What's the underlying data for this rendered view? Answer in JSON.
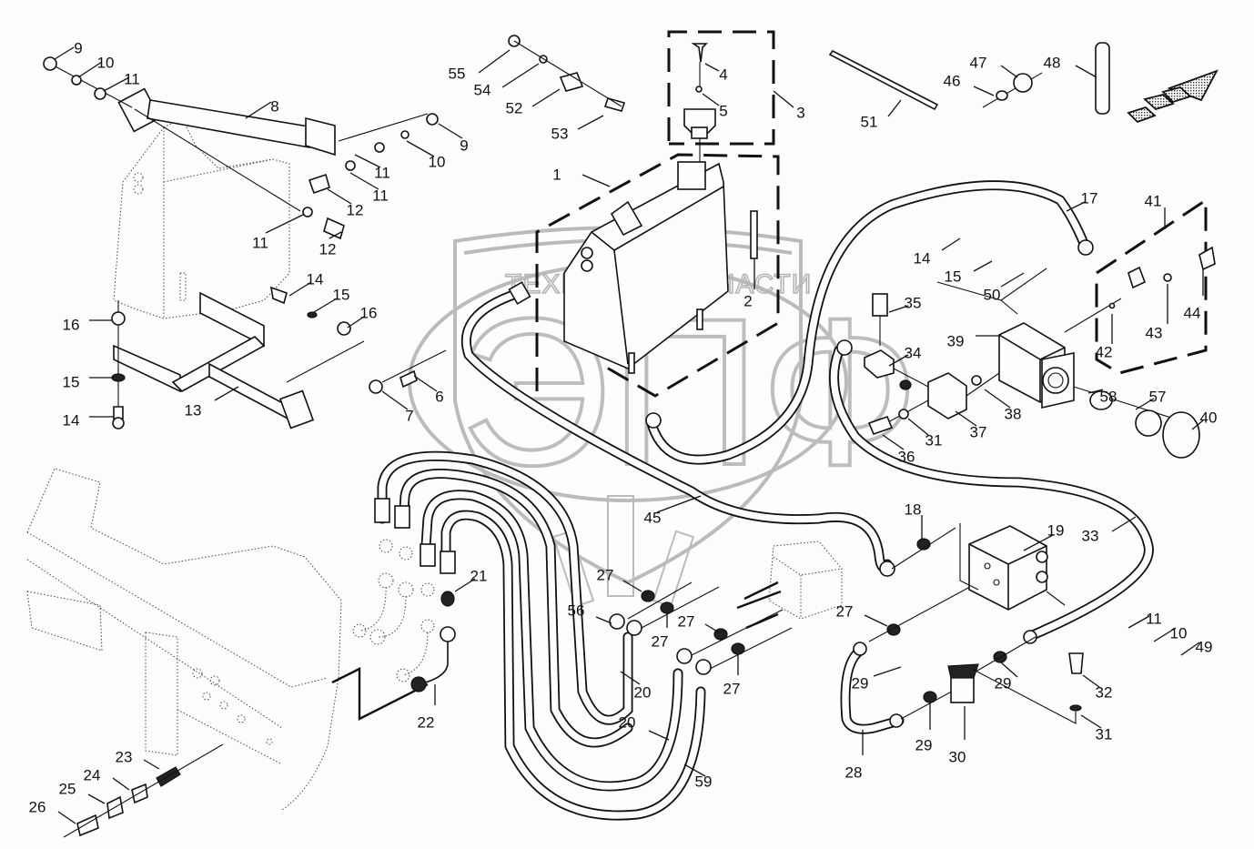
{
  "figure": {
    "title": "Hydraulic system exploded parts diagram",
    "watermark": {
      "top_left": "ТЕХНИКА",
      "top_right": "ЗАПЧАСТИ",
      "monogram": "ЭПФ"
    },
    "direction_arrow": "travel-direction-arrow"
  },
  "callouts": [
    {
      "id": "c1",
      "label": "1"
    },
    {
      "id": "c2",
      "label": "2"
    },
    {
      "id": "c3",
      "label": "3"
    },
    {
      "id": "c4",
      "label": "4"
    },
    {
      "id": "c5",
      "label": "5"
    },
    {
      "id": "c6",
      "label": "6"
    },
    {
      "id": "c7",
      "label": "7"
    },
    {
      "id": "c8",
      "label": "8"
    },
    {
      "id": "c9a",
      "label": "9"
    },
    {
      "id": "c9b",
      "label": "9"
    },
    {
      "id": "c10a",
      "label": "10"
    },
    {
      "id": "c10b",
      "label": "10"
    },
    {
      "id": "c10c",
      "label": "10"
    },
    {
      "id": "c11a",
      "label": "11"
    },
    {
      "id": "c11b",
      "label": "11"
    },
    {
      "id": "c11c",
      "label": "11"
    },
    {
      "id": "c11d",
      "label": "11"
    },
    {
      "id": "c11e",
      "label": "11"
    },
    {
      "id": "c12a",
      "label": "12"
    },
    {
      "id": "c12b",
      "label": "12"
    },
    {
      "id": "c13",
      "label": "13"
    },
    {
      "id": "c14a",
      "label": "14"
    },
    {
      "id": "c14b",
      "label": "14"
    },
    {
      "id": "c14c",
      "label": "14"
    },
    {
      "id": "c15a",
      "label": "15"
    },
    {
      "id": "c15b",
      "label": "15"
    },
    {
      "id": "c15c",
      "label": "15"
    },
    {
      "id": "c16a",
      "label": "16"
    },
    {
      "id": "c16b",
      "label": "16"
    },
    {
      "id": "c17",
      "label": "17"
    },
    {
      "id": "c18",
      "label": "18"
    },
    {
      "id": "c19",
      "label": "19"
    },
    {
      "id": "c20a",
      "label": "20"
    },
    {
      "id": "c20b",
      "label": "20"
    },
    {
      "id": "c21",
      "label": "21"
    },
    {
      "id": "c22",
      "label": "22"
    },
    {
      "id": "c23",
      "label": "23"
    },
    {
      "id": "c24",
      "label": "24"
    },
    {
      "id": "c25",
      "label": "25"
    },
    {
      "id": "c26",
      "label": "26"
    },
    {
      "id": "c27a",
      "label": "27"
    },
    {
      "id": "c27b",
      "label": "27"
    },
    {
      "id": "c27c",
      "label": "27"
    },
    {
      "id": "c27d",
      "label": "27"
    },
    {
      "id": "c27e",
      "label": "27"
    },
    {
      "id": "c28",
      "label": "28"
    },
    {
      "id": "c29a",
      "label": "29"
    },
    {
      "id": "c29b",
      "label": "29"
    },
    {
      "id": "c29c",
      "label": "29"
    },
    {
      "id": "c30",
      "label": "30"
    },
    {
      "id": "c31a",
      "label": "31"
    },
    {
      "id": "c31b",
      "label": "31"
    },
    {
      "id": "c32",
      "label": "32"
    },
    {
      "id": "c33",
      "label": "33"
    },
    {
      "id": "c34",
      "label": "34"
    },
    {
      "id": "c35",
      "label": "35"
    },
    {
      "id": "c36",
      "label": "36"
    },
    {
      "id": "c37",
      "label": "37"
    },
    {
      "id": "c38",
      "label": "38"
    },
    {
      "id": "c39",
      "label": "39"
    },
    {
      "id": "c40",
      "label": "40"
    },
    {
      "id": "c41",
      "label": "41"
    },
    {
      "id": "c42",
      "label": "42"
    },
    {
      "id": "c43",
      "label": "43"
    },
    {
      "id": "c44",
      "label": "44"
    },
    {
      "id": "c45",
      "label": "45"
    },
    {
      "id": "c46",
      "label": "46"
    },
    {
      "id": "c47",
      "label": "47"
    },
    {
      "id": "c48",
      "label": "48"
    },
    {
      "id": "c49",
      "label": "49"
    },
    {
      "id": "c50",
      "label": "50"
    },
    {
      "id": "c51",
      "label": "51"
    },
    {
      "id": "c52",
      "label": "52"
    },
    {
      "id": "c53",
      "label": "53"
    },
    {
      "id": "c54",
      "label": "54"
    },
    {
      "id": "c55",
      "label": "55"
    },
    {
      "id": "c56",
      "label": "56"
    },
    {
      "id": "c57",
      "label": "57"
    },
    {
      "id": "c58",
      "label": "58"
    },
    {
      "id": "c59",
      "label": "59"
    }
  ]
}
